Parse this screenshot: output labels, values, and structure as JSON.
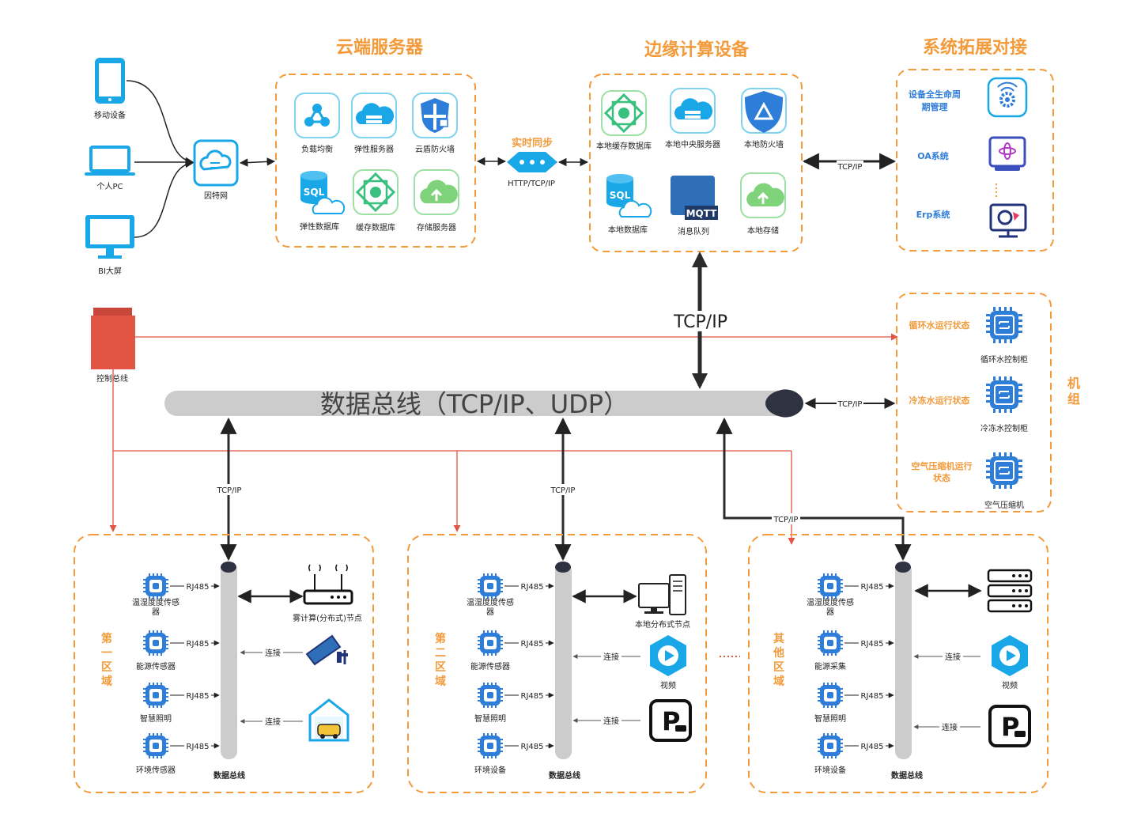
{
  "colors": {
    "orange": "#F39A3B",
    "icon_blue": "#2E7DD8",
    "icon_cyan": "#1AA7E8",
    "red": "#E25544",
    "bus_gray": "#CCCCCC",
    "dark": "#333333"
  },
  "titles": {
    "cloud": "云端服务器",
    "edge": "边缘计算设备",
    "ext": "系统拓展对接"
  },
  "clients": {
    "mobile": "移动设备",
    "pc": "个人PC",
    "bi": "BI大屏",
    "internet": "因特网"
  },
  "cloud": {
    "items": [
      "负载均衡",
      "弹性服务器",
      "云盾防火墙",
      "弹性数据库",
      "缓存数据库",
      "存储服务器"
    ]
  },
  "sync": {
    "title": "实时同步",
    "protocol": "HTTP/TCP/IP"
  },
  "edge": {
    "items": [
      "本地缓存数据库",
      "本地中央服务器",
      "本地防火墙",
      "本地数据库",
      "消息队列",
      "本地存储"
    ]
  },
  "ext": {
    "items": [
      "设备全生命周期管理",
      "OA系统",
      "Erp系统"
    ],
    "link": "TCP/IP"
  },
  "protocols": {
    "main": "TCP/IP",
    "generic": "TCP/IP",
    "rj": "RJ485",
    "connect": "连接"
  },
  "control_bus": "控制总线",
  "bus_label": "数据总线（TCP/IP、UDP）",
  "unit": {
    "title": "机组",
    "rows": [
      {
        "state": "循环水运行状态",
        "name": "循环水控制柜"
      },
      {
        "state": "冷冻水运行状态",
        "name": "冷冻水控制柜"
      },
      {
        "state": "空气压缩机运行状态",
        "name": "空气压缩机"
      }
    ]
  },
  "zones": [
    {
      "title": "第一区域",
      "sensors": [
        "温湿度度传感器",
        "能源传感器",
        "智慧照明",
        "环境传感器"
      ],
      "node": "雾计算(分布式)节点",
      "bus": "数据总线"
    },
    {
      "title": "第二区域",
      "sensors": [
        "温湿度度传感器",
        "能源传感器",
        "智慧照明",
        "环境设备"
      ],
      "node": "本地分布式节点",
      "video": "视频",
      "bus": "数据总线"
    },
    {
      "title": "其他区域",
      "sensors": [
        "温湿度度传感器",
        "能源采集",
        "智慧照明",
        "环境设备"
      ],
      "video": "视频",
      "bus": "数据总线"
    }
  ],
  "icons": [
    "phone-icon",
    "laptop-icon",
    "monitor-icon",
    "cloud-icon",
    "chip-icon",
    "camera-icon",
    "garage-icon",
    "parking-icon",
    "video-icon",
    "router-icon",
    "server-rack-icon",
    "desktop-icon",
    "mqtt-icon",
    "sql-icon"
  ]
}
